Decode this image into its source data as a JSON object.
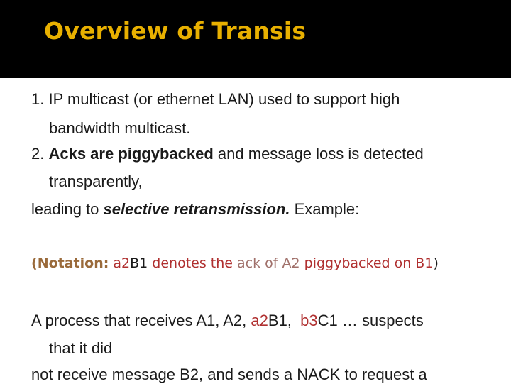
{
  "slide": {
    "title": "Overview of Transis",
    "p1": {
      "line1": "1. IP multicast (or ethernet LAN) used to support high",
      "line2": "bandwidth multicast."
    },
    "p2": {
      "prefix": "2. ",
      "bold": "Acks are piggybacked",
      "rest": " and message loss is detected",
      "line2": "transparently,"
    },
    "p3": {
      "prefix": "leading to ",
      "bold_italic": "selective retransmission.",
      "rest": " Example:"
    },
    "notation": {
      "open": "(",
      "label": "Notation:",
      "sp1": " ",
      "a2": "a2",
      "b1": "B1",
      "denotes": " denotes the ",
      "ack_of": "ack of",
      "sp2": " ",
      "A2": "A2",
      "piggy": " piggybacked on B1",
      "close": ")"
    },
    "p4": {
      "pre": "A process that receives A1, A2, ",
      "a2": "a2",
      "b1": "B1,  ",
      "b3": "b3",
      "c1": "C1 … suspects",
      "line2": "that it did"
    },
    "p5": {
      "line1": "not receive message B2, and sends a NACK to request a"
    }
  }
}
